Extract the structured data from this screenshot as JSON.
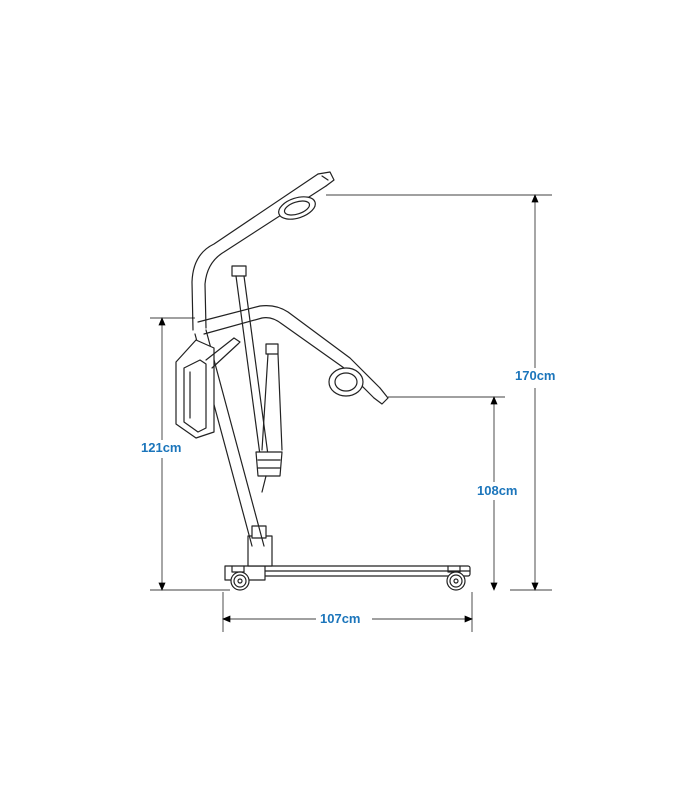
{
  "dimensions": {
    "max_height": "170cm",
    "mast_height": "121cm",
    "min_boom_height": "108cm",
    "base_length": "107cm"
  },
  "colors": {
    "dimension_text": "#1b75bb",
    "dimension_line": "#000000",
    "drawing_line": "#222222"
  }
}
